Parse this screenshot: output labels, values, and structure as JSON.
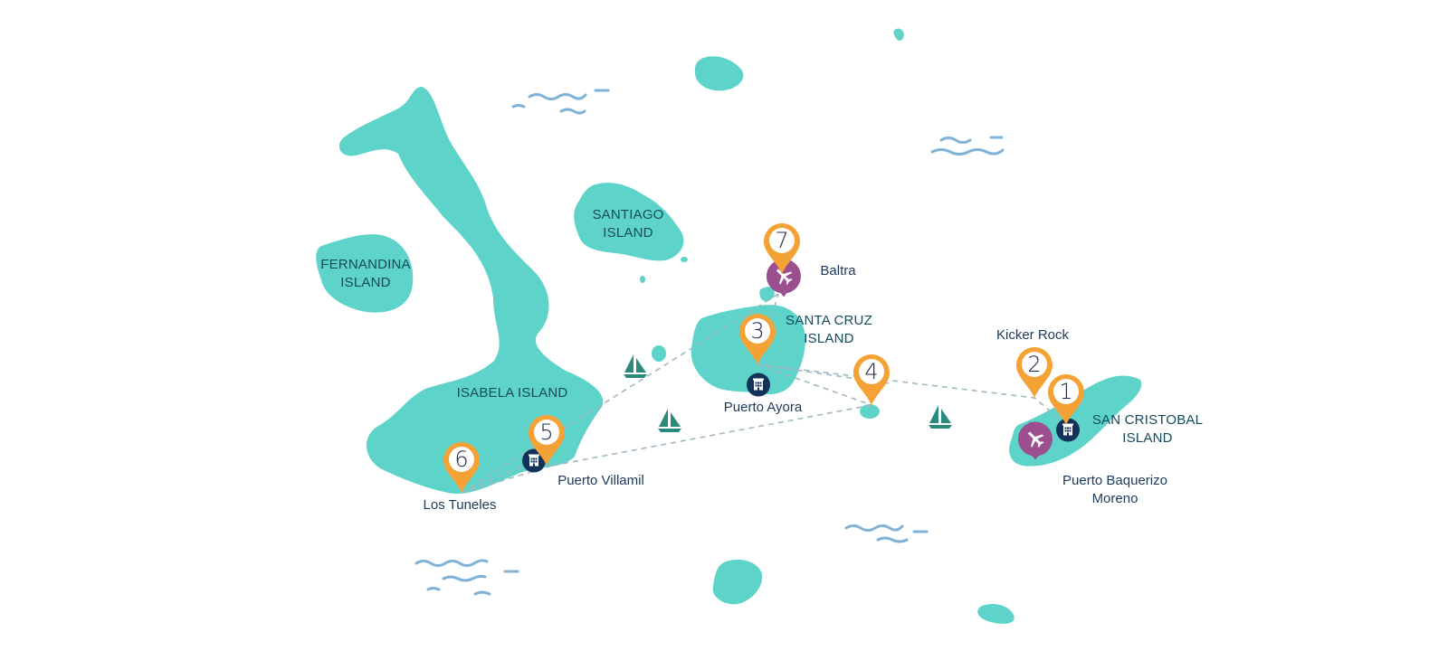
{
  "map": {
    "colors": {
      "island": "#5dd3c9",
      "stop_pin": "#f4a135",
      "airport_pin": "#9b4f8f",
      "hotel_badge": "#12325a",
      "sailboat": "#2a8a7e",
      "route_line": "#9fb8c2",
      "waves": "#7fb2d6"
    },
    "islands": [
      {
        "name": "Fernandina Island",
        "label_line1": "FERNANDINA",
        "label_line2": "ISLAND"
      },
      {
        "name": "Isabela Island",
        "label_line1": "ISABELA ISLAND",
        "label_line2": ""
      },
      {
        "name": "Santiago Island",
        "label_line1": "SANTIAGO",
        "label_line2": "ISLAND"
      },
      {
        "name": "Santa Cruz Island",
        "label_line1": "SANTA CRUZ",
        "label_line2": "ISLAND"
      },
      {
        "name": "San Cristobal Island",
        "label_line1": "SAN CRISTOBAL",
        "label_line2": "ISLAND"
      }
    ],
    "stops": [
      {
        "number": "1",
        "place": "Puerto Baquerizo Moreno"
      },
      {
        "number": "2",
        "place": "Kicker Rock"
      },
      {
        "number": "3",
        "place": "Puerto Ayora"
      },
      {
        "number": "4",
        "place": ""
      },
      {
        "number": "5",
        "place": "Puerto Villamil"
      },
      {
        "number": "6",
        "place": "Los Tuneles"
      },
      {
        "number": "7",
        "place": "Baltra"
      }
    ],
    "places": {
      "baltra": "Baltra",
      "kicker_rock": "Kicker Rock",
      "puerto_ayora": "Puerto Ayora",
      "puerto_villamil": "Puerto Villamil",
      "los_tuneles": "Los Tuneles",
      "puerto_baquerizo_line1": "Puerto Baquerizo",
      "puerto_baquerizo_line2": "Moreno"
    },
    "icons": {
      "airport": "airplane-icon",
      "hotel": "hotel-icon",
      "sailboat": "sailboat-icon",
      "stop": "map-pin-icon"
    }
  }
}
